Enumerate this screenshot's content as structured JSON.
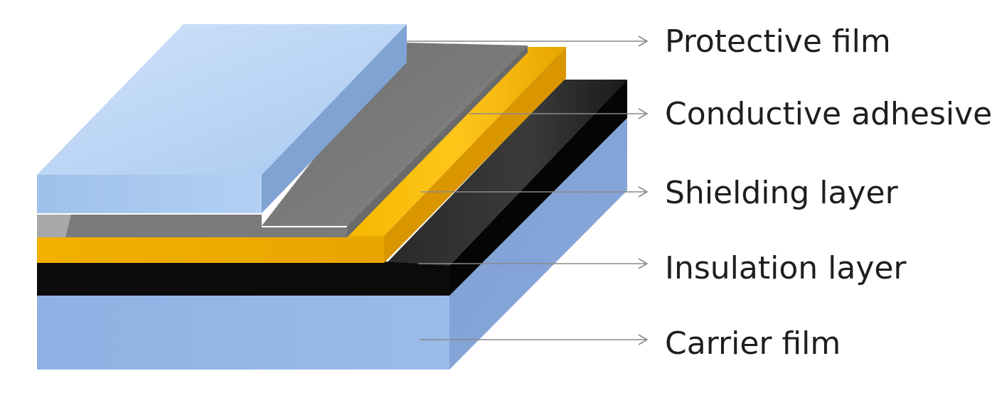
{
  "labels": {
    "protective_film": "Protective film",
    "conductive_adhesive": "Conductive adhesive",
    "shielding_layer": "Shielding layer",
    "insulation_layer": "Insulation layer",
    "carrier_film": "Carrier film"
  },
  "colors": {
    "carrier": "#8eaedf",
    "insulation": "#0c0c0c",
    "shielding": "#f0b400",
    "adhesive": "#8a8a8a",
    "protective": "#b9d5f5",
    "leader": "#8a8a8a",
    "text": "#1e1e1e"
  }
}
